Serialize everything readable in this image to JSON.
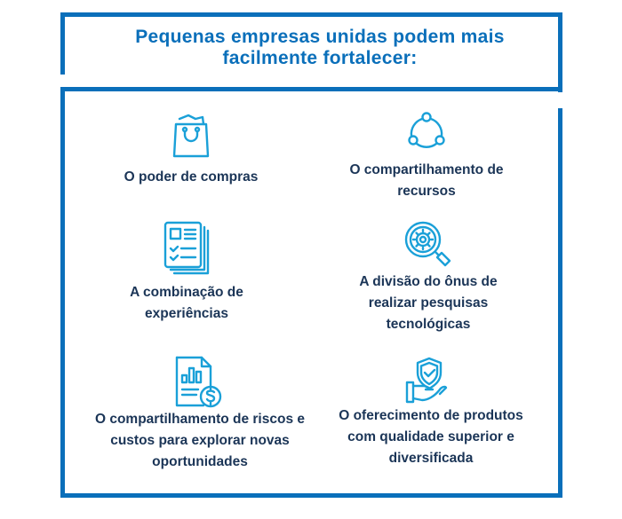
{
  "title": "Pequenas empresas unidas podem mais facilmente fortalecer:",
  "items": [
    {
      "icon": "shopping-bag-icon",
      "label": "O poder de compras"
    },
    {
      "icon": "share-nodes-icon",
      "label": "O compartilhamento de recursos"
    },
    {
      "icon": "checklist-document-icon",
      "label": "A combinação de experiências"
    },
    {
      "icon": "magnifier-gear-icon",
      "label": "A divisão do ônus de realizar pesquisas tecnológicas"
    },
    {
      "icon": "financial-report-icon",
      "label": "O compartilhamento de riscos e custos para explorar novas oportunidades"
    },
    {
      "icon": "shield-hand-icon",
      "label": "O oferecimento de produtos com qualidade superior e diversificada"
    }
  ],
  "colors": {
    "frame": "#0a6fba",
    "icon": "#1aa0d8",
    "text": "#1b3557"
  }
}
